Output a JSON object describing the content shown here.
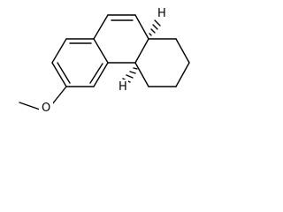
{
  "molecule": {
    "labels": {
      "methoxy_oxygen": "O",
      "hydrogen_top": "H",
      "hydrogen_bottom": "H"
    },
    "colors": {
      "background": "#ffffff",
      "bonds": "#000000",
      "text": "#000000"
    }
  }
}
